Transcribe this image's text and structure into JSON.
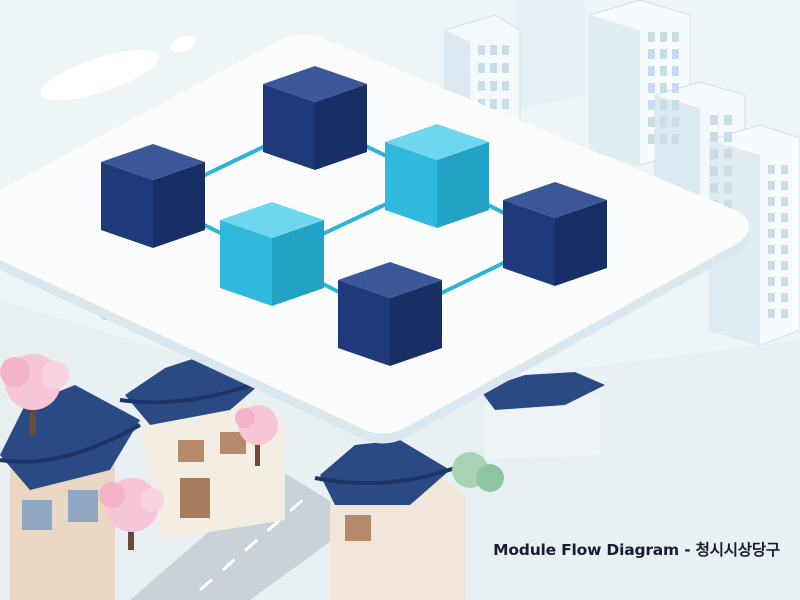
{
  "caption": "Module Flow Diagram - 청시시상당구",
  "colors": {
    "background": "#eef5f8",
    "platform_top": "#fbfcfd",
    "platform_edge": "#dbe7ee",
    "module_dark": "#1f3a7a",
    "module_light": "#2fb9dc",
    "connector": "#2fb4d6",
    "roof_tile": "#2b4a84",
    "blossom": "#f6c6d6",
    "building": "#f3f8fb",
    "building_window": "#c9dde8"
  },
  "diagram": {
    "nodes": [
      {
        "id": "n1",
        "tone": "dark"
      },
      {
        "id": "n2",
        "tone": "dark"
      },
      {
        "id": "n3",
        "tone": "light"
      },
      {
        "id": "n4",
        "tone": "light"
      },
      {
        "id": "n5",
        "tone": "dark"
      },
      {
        "id": "n6",
        "tone": "dark"
      }
    ],
    "links": [
      [
        "n1",
        "n2"
      ],
      [
        "n1",
        "n4"
      ],
      [
        "n2",
        "n3"
      ],
      [
        "n3",
        "n4"
      ],
      [
        "n3",
        "n5"
      ],
      [
        "n4",
        "n6"
      ],
      [
        "n6",
        "n5"
      ]
    ]
  }
}
